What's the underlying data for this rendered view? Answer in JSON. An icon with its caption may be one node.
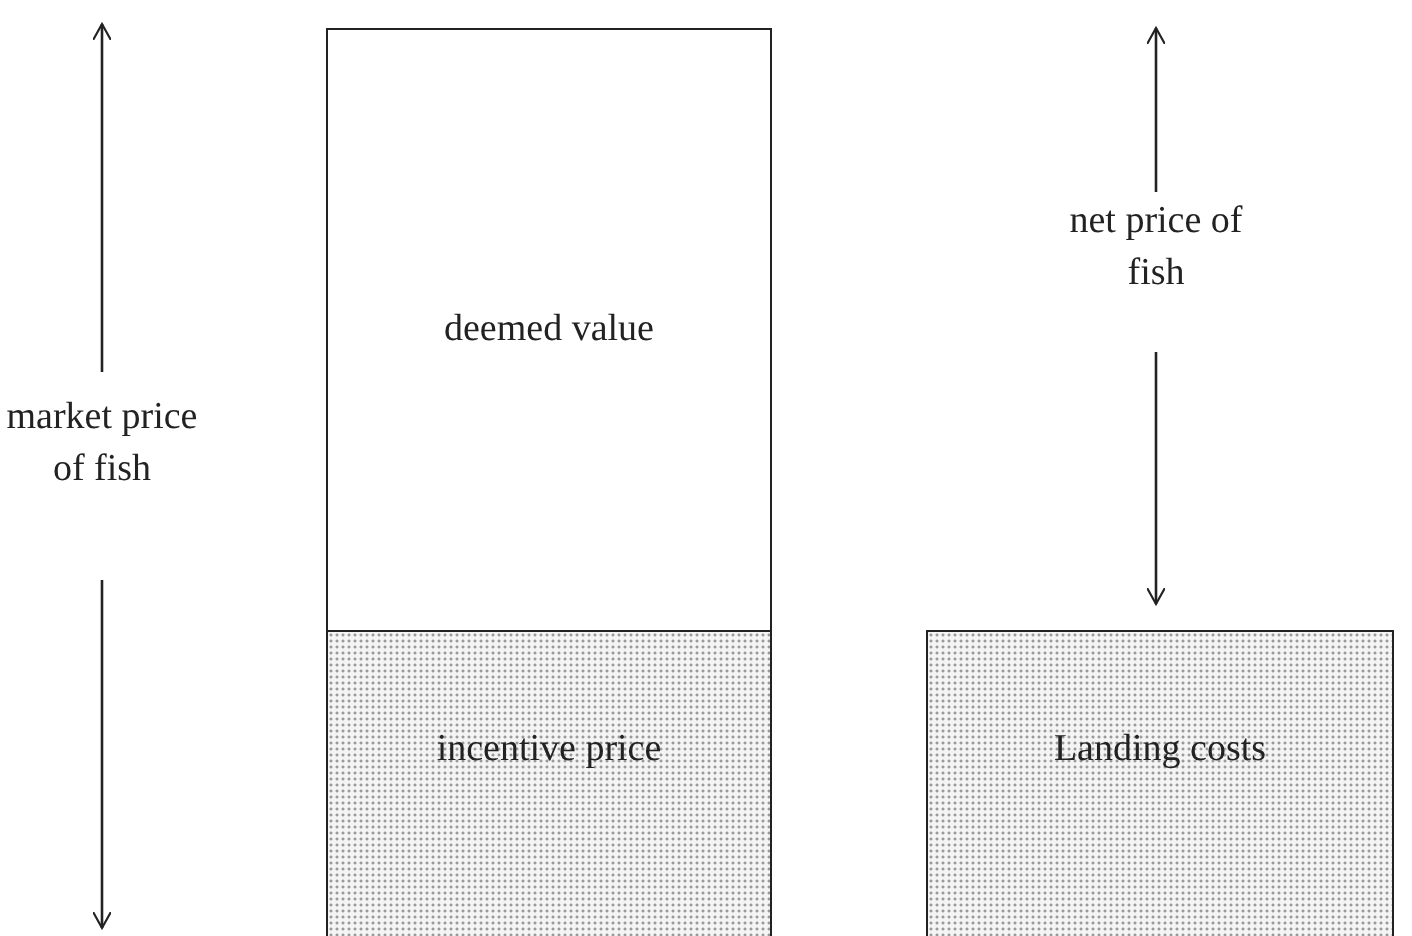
{
  "diagram": {
    "nodes": [
      {
        "text": [
          "deemed value"
        ]
      },
      {
        "text": [
          "incentive price"
        ]
      },
      {
        "text": [
          "Landing costs"
        ]
      }
    ],
    "labels": [
      "market price of fish",
      "net price of fish"
    ]
  }
}
